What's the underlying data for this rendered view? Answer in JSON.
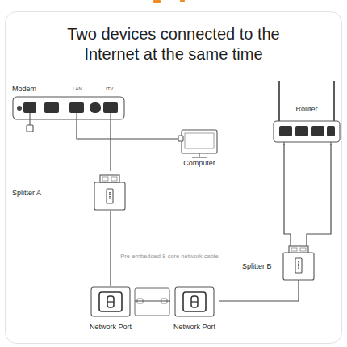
{
  "diagram": {
    "title": "Two devices connected to the Internet at the same time",
    "nodes": [
      {
        "text": [
          "Modem"
        ]
      },
      {
        "text": [
          "Computer"
        ]
      },
      {
        "text": [
          "Router"
        ]
      },
      {
        "text": [
          "Splitter A"
        ]
      },
      {
        "text": [
          "Splitter B"
        ]
      },
      {
        "text": [
          "Network Port"
        ]
      },
      {
        "text": [
          "Network Port"
        ]
      }
    ],
    "edges": [
      {
        "from": 0,
        "to": 1,
        "arrow": "none"
      },
      {
        "from": 0,
        "to": 3,
        "arrow": "none"
      },
      {
        "from": 2,
        "to": 4,
        "arrow": "none"
      },
      {
        "from": 2,
        "to": 4,
        "arrow": "none"
      },
      {
        "from": 3,
        "to": 5,
        "arrow": "none"
      },
      {
        "from": 5,
        "to": 6,
        "label": "Pre-embedded 8-core network cable",
        "arrow": "none"
      },
      {
        "from": 6,
        "to": 4,
        "arrow": "none"
      }
    ],
    "labels": [
      "LAN",
      "ITV"
    ]
  }
}
